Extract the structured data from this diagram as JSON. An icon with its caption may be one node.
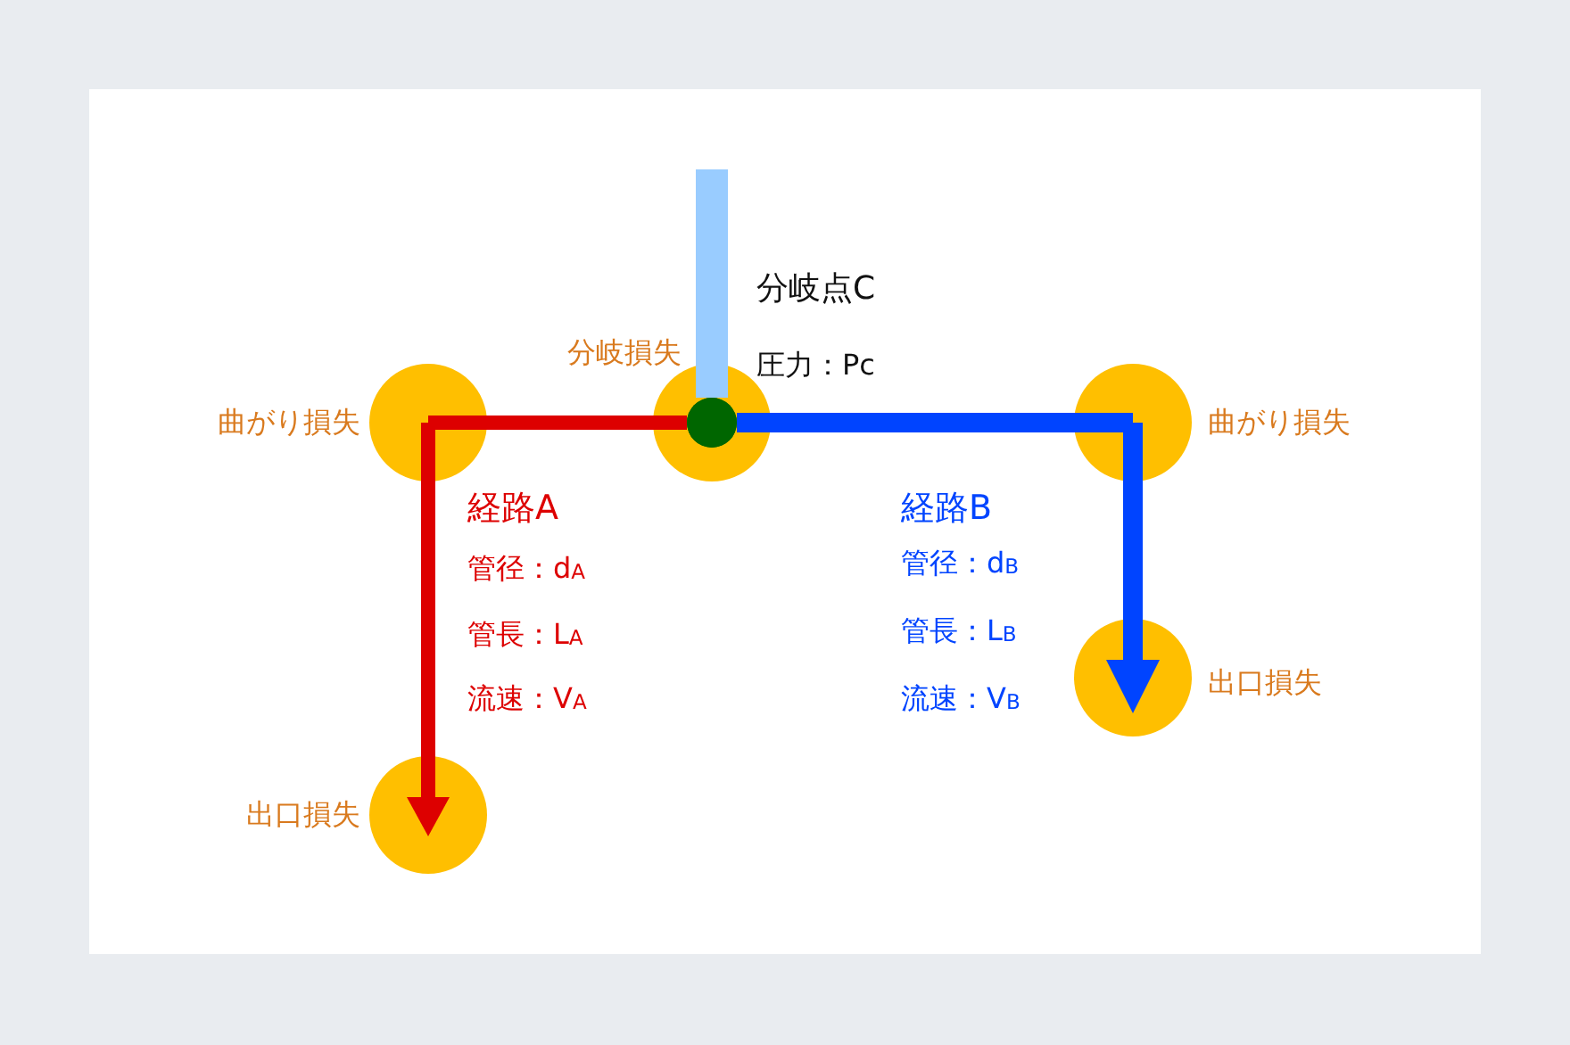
{
  "diagram": {
    "nodes": [
      {
        "text": [],
        "shape": "circle",
        "beside": [
          "分岐損失"
        ]
      },
      {
        "text": [],
        "shape": "circle",
        "in": 0,
        "beside": [
          "分岐点C",
          "圧力：Pc"
        ]
      },
      {
        "text": [],
        "shape": "circle",
        "beside": [
          "曲がり損失"
        ]
      },
      {
        "text": [],
        "shape": "circle",
        "beside": [
          "出口損失"
        ]
      },
      {
        "text": [],
        "shape": "circle",
        "beside": [
          "曲がり損失"
        ]
      },
      {
        "text": [],
        "shape": "circle",
        "beside": [
          "出口損失"
        ]
      }
    ],
    "edges": [
      {
        "from": null,
        "to": 1,
        "arrow": "none",
        "color": "#99ccff"
      },
      {
        "from": 1,
        "to": 2,
        "arrow": "none",
        "color": "#dd0000"
      },
      {
        "from": 2,
        "to": 3,
        "arrow": "to",
        "color": "#dd0000"
      },
      {
        "from": 1,
        "to": 4,
        "arrow": "none",
        "color": "#0044ff"
      },
      {
        "from": 4,
        "to": 5,
        "arrow": "to",
        "color": "#0044ff"
      }
    ],
    "labels": [
      "経路A",
      "管径：d$_{A}$",
      "管長：L$_{A}$",
      "流速：V$_{A}$",
      "経路B",
      "管径：d$_{B}$",
      "管長：L$_{B}$",
      "流速：V$_{B}$"
    ]
  }
}
